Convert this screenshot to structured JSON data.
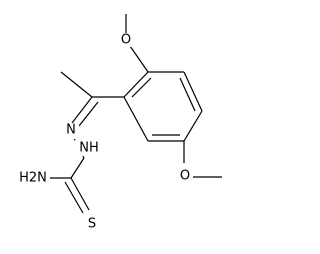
{
  "molecule": {
    "atoms": {
      "o_top": "O",
      "o_bottom": "O",
      "n_imine": "N",
      "nh": "NH",
      "nh2": "H2N",
      "s": "S"
    }
  }
}
